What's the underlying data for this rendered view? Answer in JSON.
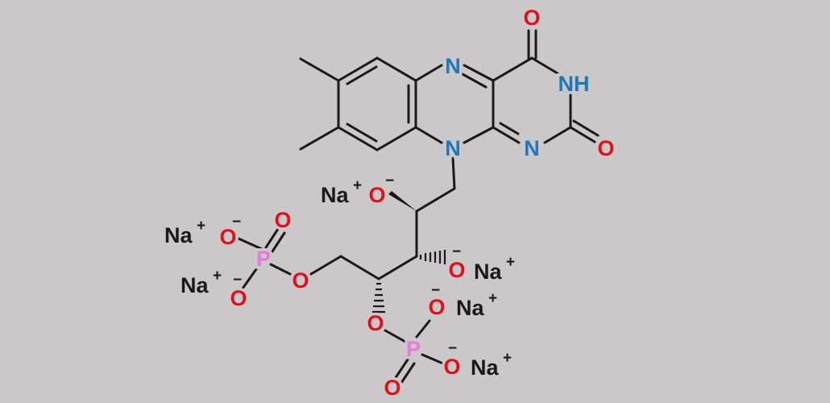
{
  "diagram": {
    "colors": {
      "background": "#cbc8c9",
      "bond": "#1a1a1a",
      "carbon_label": "#1a1a1a",
      "oxygen": "#e0101a",
      "nitrogen": "#1f77b8",
      "phosphorus": "#e87ad8",
      "sodium": "#1a1a1a"
    },
    "labels": {
      "n5": "N",
      "nh": "NH",
      "n1": "N",
      "n10": "N",
      "o4": "O",
      "o2": "O",
      "na_1": "Na",
      "na_2": "Na",
      "na_3": "Na",
      "na_4": "Na",
      "na_5": "Na",
      "na_6": "Na",
      "o_minus_2": "O",
      "o_minus_3": "O",
      "o_ester_5": "O",
      "o_p1_a": "O",
      "o_p1_b": "O",
      "o_p1_c": "O",
      "p1": "P",
      "o_ester_4": "O",
      "p2": "P",
      "o_p2_a": "O",
      "o_p2_b": "O",
      "o_p2_c": "O",
      "plus": "+",
      "minus": "−"
    }
  }
}
